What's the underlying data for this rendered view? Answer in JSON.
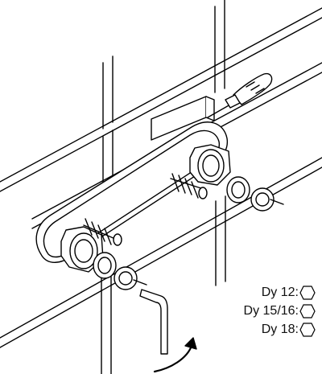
{
  "figure": {
    "subject": "wall-mounted mixer installation with S-union eccentric connectors, screws, rosettes and hex key",
    "hex_sizes": [
      {
        "label": "Dy 12:",
        "icon": "hexagon-icon"
      },
      {
        "label": "Dy 15/16:",
        "icon": "hexagon-icon"
      },
      {
        "label": "Dy 18:",
        "icon": "hexagon-icon"
      }
    ]
  }
}
